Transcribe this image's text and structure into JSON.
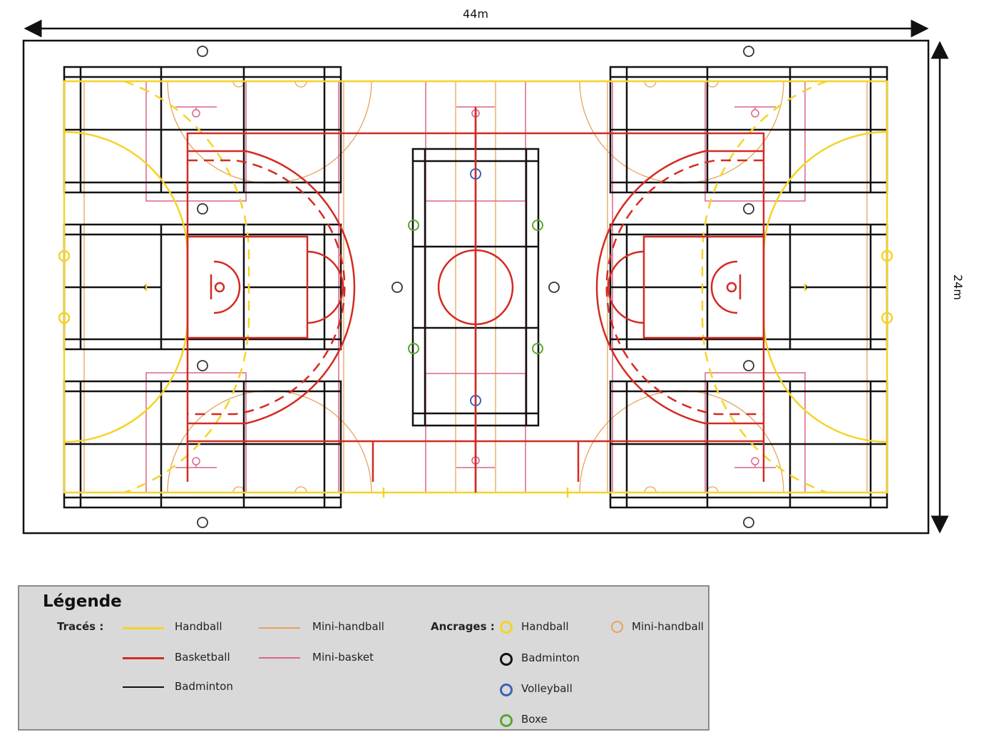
{
  "dimensions": {
    "width_label": "44m",
    "height_label": "24m"
  },
  "colors": {
    "handball": "#f5d327",
    "basketball": "#d42a22",
    "badminton": "#111111",
    "mini_handball": "#e6a35c",
    "mini_basket": "#d9668a",
    "volleyball": "#3a63b8",
    "boxe": "#5aa52d"
  },
  "legend": {
    "title": "Légende",
    "traces_label": "Tracés :",
    "traces": [
      {
        "label": "Handball",
        "color": "#f5d327"
      },
      {
        "label": "Basketball",
        "color": "#d42a22"
      },
      {
        "label": "Badminton",
        "color": "#111111"
      },
      {
        "label": "Mini-handball",
        "color": "#e6a35c"
      },
      {
        "label": "Mini-basket",
        "color": "#d9668a"
      }
    ],
    "anchors_label": "Ancrages :",
    "anchors": [
      {
        "label": "Handball",
        "color": "#f5d327"
      },
      {
        "label": "Badminton",
        "color": "#111111"
      },
      {
        "label": "Volleyball",
        "color": "#3a63b8"
      },
      {
        "label": "Boxe",
        "color": "#5aa52d"
      },
      {
        "label": "Mini-handball",
        "color": "#e6a35c"
      }
    ]
  }
}
